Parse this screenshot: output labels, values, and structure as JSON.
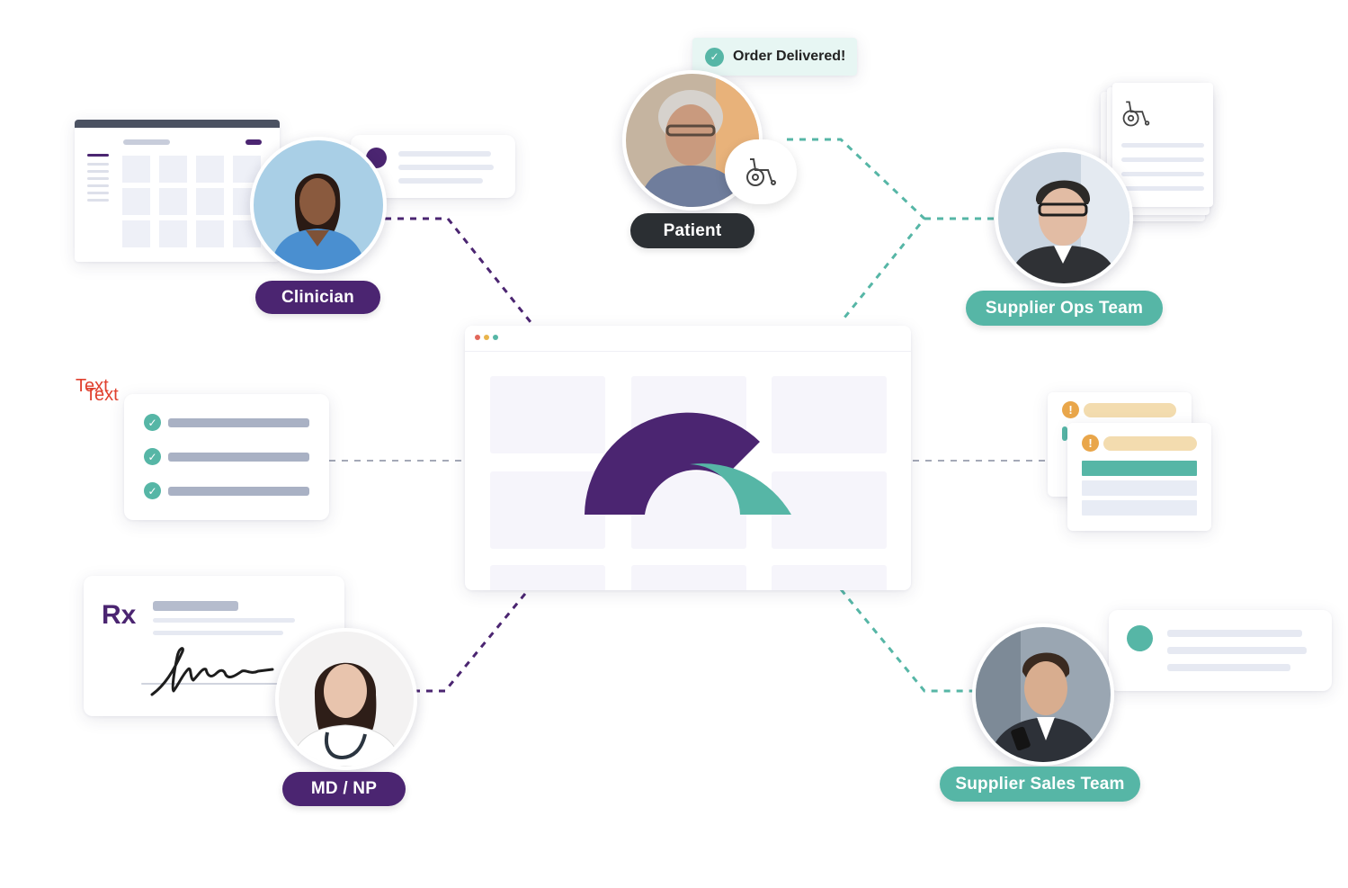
{
  "roles": {
    "clinician": "Clinician",
    "patient": "Patient",
    "supplier_ops": "Supplier Ops Team",
    "md_np": "MD / NP",
    "supplier_sales": "Supplier Sales Team"
  },
  "notification": {
    "order_delivered": "Order Delivered!"
  },
  "rx_card": {
    "rx_label": "Rx"
  },
  "placeholder_labels": [
    "Text",
    "Text"
  ],
  "icons": {
    "wheelchair": "wheelchair-icon",
    "check": "check-circle-icon",
    "warning": "warning-icon"
  },
  "colors": {
    "purple": "#4b2571",
    "teal": "#56b6a6",
    "dark": "#2b2f33",
    "red_label": "#e0412f"
  },
  "gauge": {
    "purple_fraction": 0.62,
    "teal_fraction": 0.38
  }
}
